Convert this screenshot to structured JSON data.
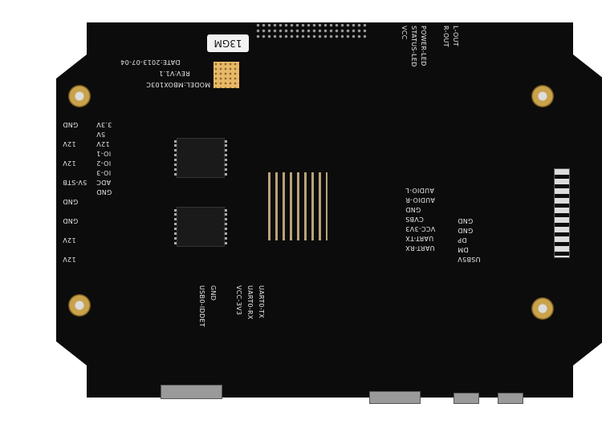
{
  "board": {
    "sticker": "13GM",
    "model": "MODEL:MBOX103C",
    "rev": "REV:V1.1",
    "date": "DATE:2013-07-04",
    "top_labels": [
      "VCC",
      "STATUS-LED",
      "POWER-LED",
      "R-OUT",
      "L-OUT"
    ],
    "left_labels": [
      "3.3V",
      "5V",
      "12V",
      "IO-1",
      "IO-2",
      "IO-3",
      "ADC",
      "GND",
      "GND",
      "12V",
      "12V",
      "5V-STB",
      "GND",
      "GND",
      "12V",
      "12V"
    ],
    "right_labels": [
      "AUDIO-L",
      "AUDIO-R",
      "GND",
      "CVBS",
      "VCC-3V3",
      "UART-TX",
      "UART-RX",
      "GND",
      "GND",
      "DP",
      "DM",
      "USB5V"
    ],
    "bottom_labels": [
      "USB0-IDDET",
      "GND",
      "VCC-3V3",
      "UART0-RX",
      "UART0-TX"
    ]
  }
}
